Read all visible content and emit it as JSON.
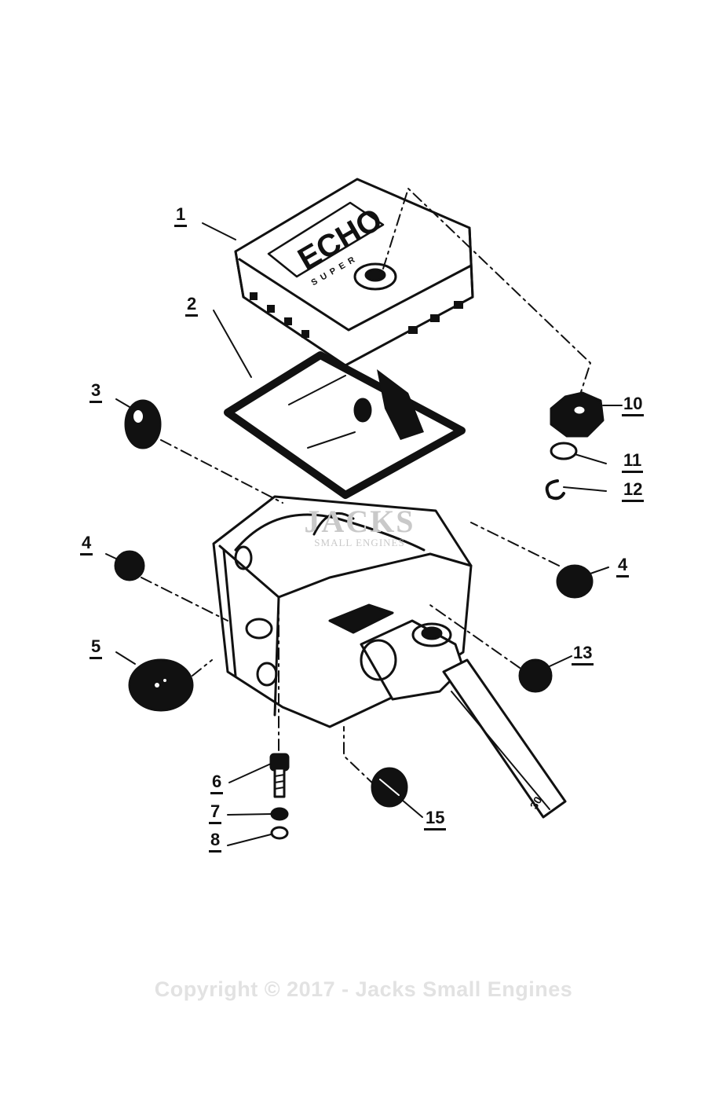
{
  "diagram": {
    "cover_brand": "ECHO",
    "cover_subtext": "SUPER",
    "parts": [
      {
        "key": "p1",
        "label": "1"
      },
      {
        "key": "p2",
        "label": "2"
      },
      {
        "key": "p3",
        "label": "3"
      },
      {
        "key": "p4a",
        "label": "4"
      },
      {
        "key": "p4b",
        "label": "4"
      },
      {
        "key": "p5",
        "label": "5"
      },
      {
        "key": "p6",
        "label": "6"
      },
      {
        "key": "p7",
        "label": "7"
      },
      {
        "key": "p8",
        "label": "8"
      },
      {
        "key": "p10",
        "label": "10"
      },
      {
        "key": "p11",
        "label": "11"
      },
      {
        "key": "p12",
        "label": "12"
      },
      {
        "key": "p13",
        "label": "13"
      },
      {
        "key": "p15",
        "label": "15"
      }
    ]
  },
  "watermark": {
    "logo_text": "JACKS",
    "logo_subtext": "SMALL ENGINES",
    "copyright": "Copyright © 2017 - Jacks Small Engines"
  }
}
